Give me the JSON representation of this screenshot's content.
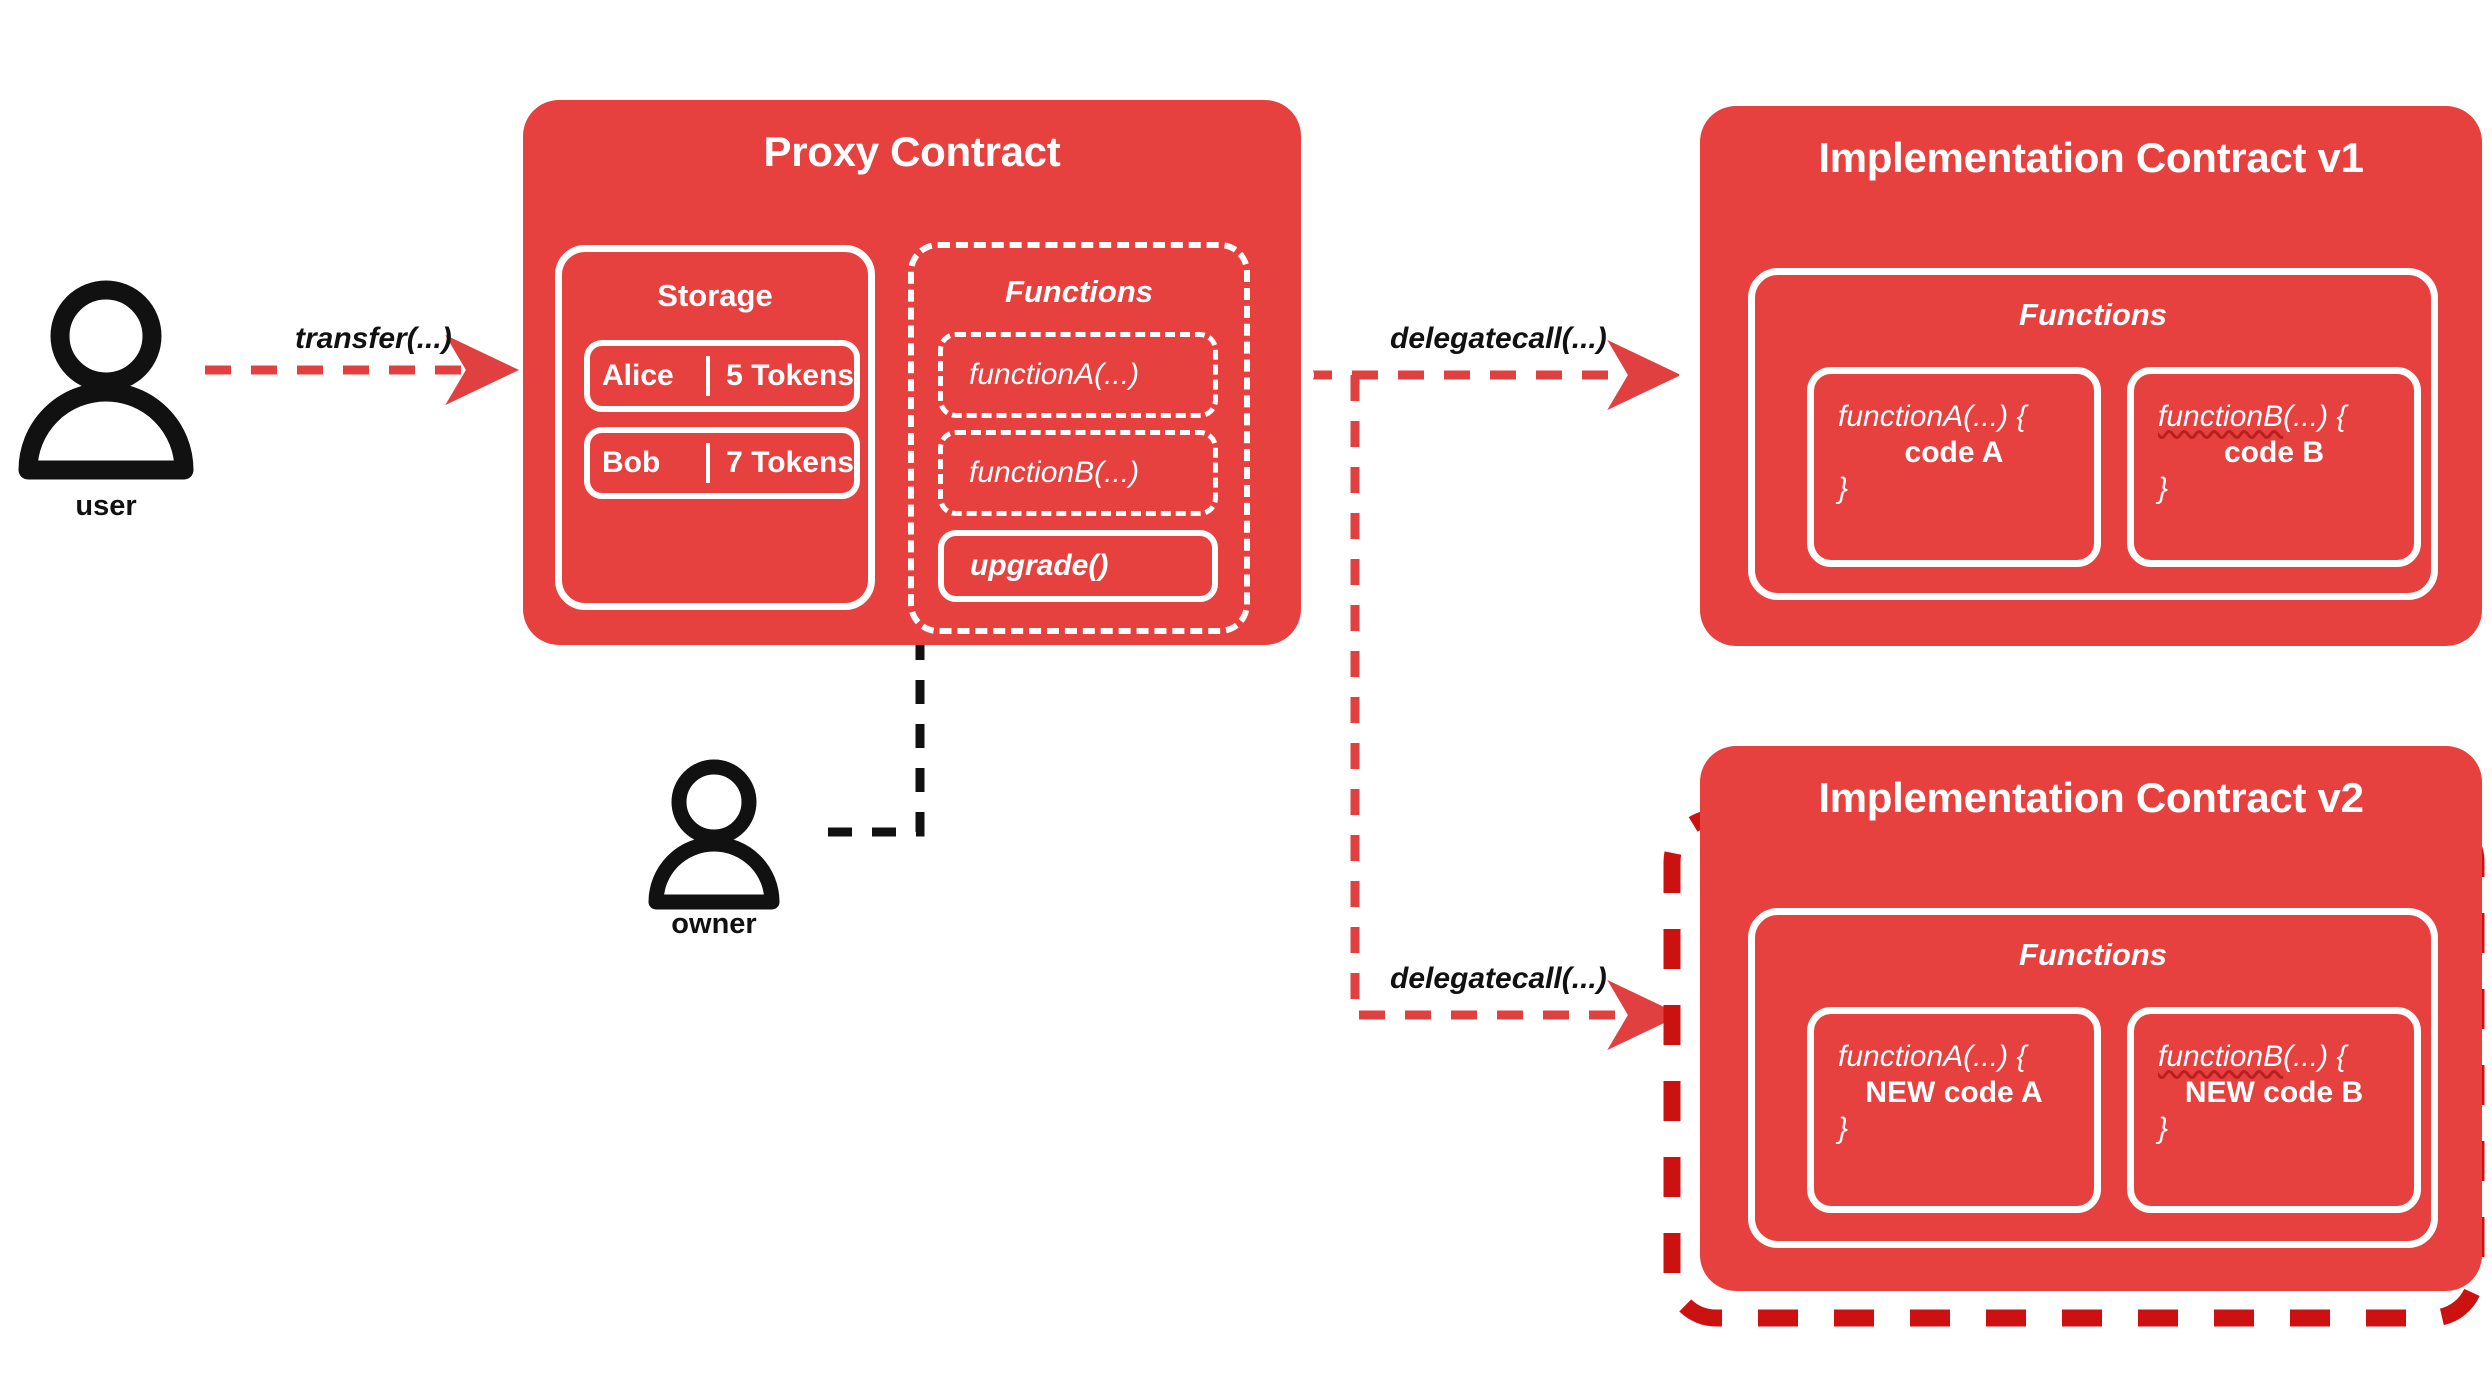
{
  "palette": {
    "card_red": "#E6403F",
    "highlight_red": "#CC1111",
    "arrow_red": "#E0403F",
    "white": "#FFFFFF",
    "black": "#111111",
    "background": "#FFFFFF"
  },
  "actors": [
    {
      "id": "user",
      "label": "user",
      "icon": "person-icon"
    },
    {
      "id": "owner",
      "label": "owner",
      "icon": "person-icon"
    }
  ],
  "edges": [
    {
      "id": "transfer",
      "label": "transfer(...)",
      "style": "red-dashed",
      "from": "user",
      "to": "proxy-contract"
    },
    {
      "id": "delegatecall-v1",
      "label": "delegatecall(...)",
      "style": "red-dashed",
      "from": "proxy-contract",
      "to": "implementation-v1"
    },
    {
      "id": "delegatecall-v2",
      "label": "delegatecall(...)",
      "style": "red-dashed",
      "from": "proxy-contract",
      "to": "implementation-v2"
    },
    {
      "id": "upgrade-call",
      "label": "",
      "style": "black-dashed",
      "from": "owner",
      "to": "upgrade-function"
    }
  ],
  "proxy": {
    "title": "Proxy Contract",
    "storage": {
      "label": "Storage",
      "rows": [
        {
          "name": "Alice",
          "value": "5 Tokens"
        },
        {
          "name": "Bob",
          "value": "7 Tokens"
        }
      ]
    },
    "functions": {
      "label": "Functions",
      "items": [
        {
          "name": "functionA(...)",
          "style": "dashed",
          "squiggle": false
        },
        {
          "name": "functionB(...)",
          "style": "dashed",
          "squiggle": true
        },
        {
          "name": "upgrade()",
          "style": "solid",
          "squiggle": false
        }
      ]
    }
  },
  "implementations": [
    {
      "id": "implementation-v1",
      "title": "Implementation Contract v1",
      "highlighted": false,
      "functions": {
        "label": "Functions",
        "items": [
          {
            "signature": "functionA(...) {",
            "body": "code A",
            "close": "}",
            "squiggle": false
          },
          {
            "signature": "functionB(...) {",
            "body": "code B",
            "close": "}",
            "squiggle": true
          }
        ]
      }
    },
    {
      "id": "implementation-v2",
      "title": "Implementation Contract v2",
      "highlighted": true,
      "functions": {
        "label": "Functions",
        "items": [
          {
            "signature": "functionA(...) {",
            "body": "NEW code A",
            "close": "}",
            "squiggle": false
          },
          {
            "signature": "functionB(...) {",
            "body": "NEW code B",
            "close": "}",
            "squiggle": true
          }
        ]
      }
    }
  ]
}
